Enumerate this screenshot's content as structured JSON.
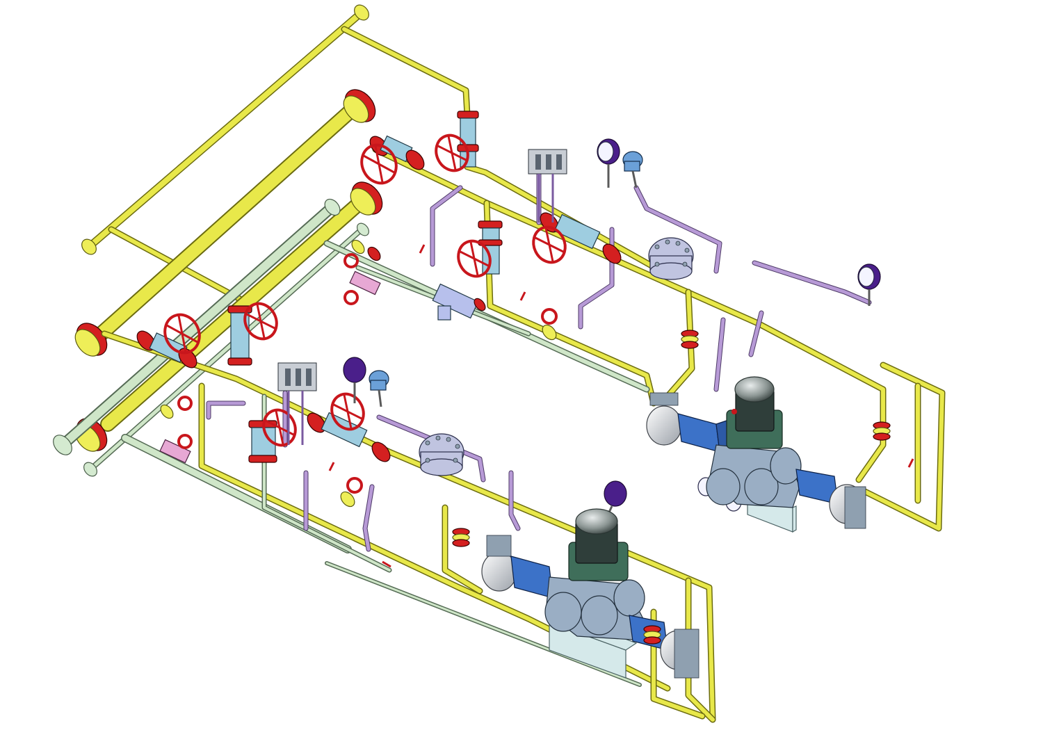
{
  "scene": {
    "description_label": "",
    "colors": {
      "main_pipe": "#e8e84a",
      "return_pipe": "#cfe6c8",
      "impulse_tubing": "#b79ad6",
      "flange": "#d42020",
      "valve_body": "#9ecde0",
      "pump_body": "#9aaec4",
      "coupling": "#3c72c8",
      "motor": "#2f3e3a",
      "gauge": "#4a1f8a",
      "transmitter": "#6ba0d8"
    },
    "components": {
      "pump_skids": 2,
      "gate_valves_with_handwheel": 8,
      "pressure_gauges": 5,
      "pressure_transmitters": 2,
      "filters": 2,
      "manifolds": 2
    }
  }
}
